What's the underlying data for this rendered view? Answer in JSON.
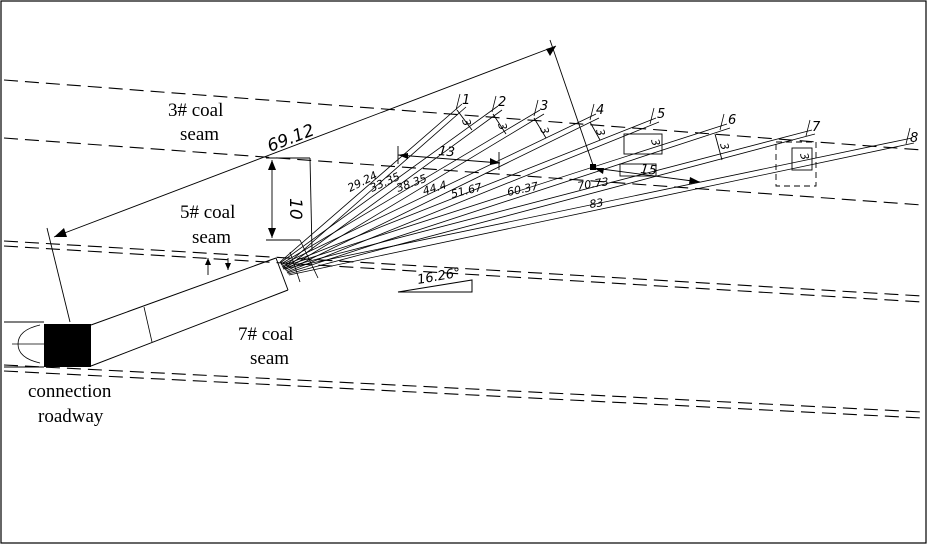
{
  "labels": {
    "seam3_line1": "3# coal",
    "seam3_line2": "seam",
    "seam5_line1": "5# coal",
    "seam5_line2": "seam",
    "seam7_line1": "7# coal",
    "seam7_line2": "seam",
    "roadway_line1": "connection",
    "roadway_line2": "roadway"
  },
  "dimensions": {
    "overall_length": "69.12",
    "vertical_offset": "10",
    "spacing_13": "13",
    "spacing_15": "15",
    "dip_angle": "16.26°",
    "gap_3": "3"
  },
  "boreholes": [
    {
      "id": "1",
      "length": "29.24"
    },
    {
      "id": "2",
      "length": "33.35"
    },
    {
      "id": "3",
      "length": "38.35"
    },
    {
      "id": "4",
      "length": "44.4"
    },
    {
      "id": "5",
      "length": "51.67"
    },
    {
      "id": "6",
      "length": "60.37"
    },
    {
      "id": "7",
      "length": "70.73"
    },
    {
      "id": "8",
      "length": "83"
    }
  ]
}
